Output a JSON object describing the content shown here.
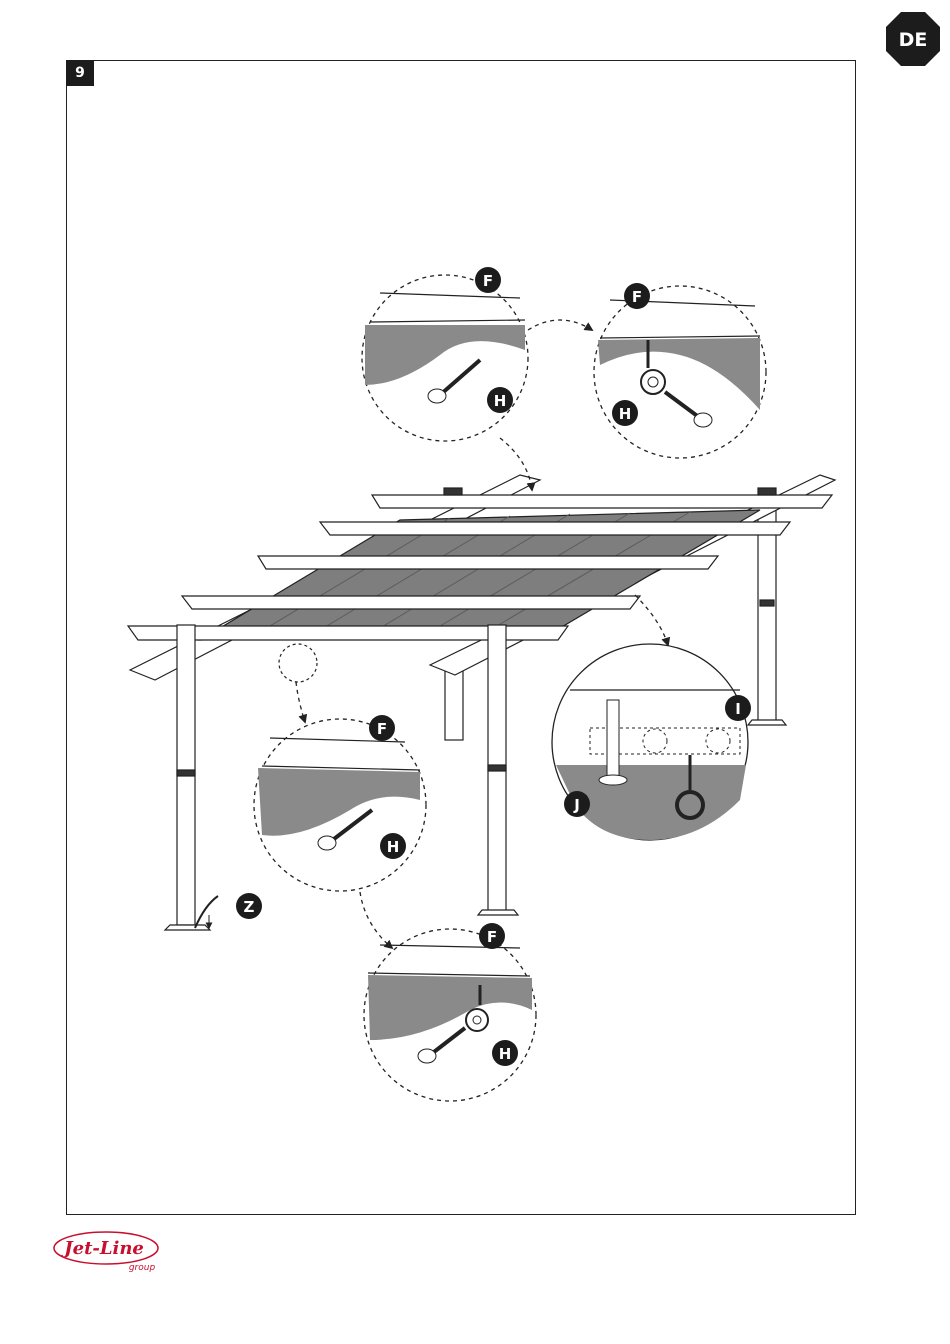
{
  "page": {
    "language_badge": "DE",
    "step_number": "9"
  },
  "callout_labels": {
    "top_left": {
      "f": "F",
      "h": "H"
    },
    "top_right": {
      "f": "F",
      "h": "H"
    },
    "middle_left": {
      "f": "F",
      "h": "H"
    },
    "bottom": {
      "f": "F",
      "h": "H"
    },
    "right": {
      "i": "I",
      "j": "J"
    },
    "floor": {
      "z": "Z"
    }
  },
  "brand": {
    "logo_text": "Jet-Line",
    "logo_subtext": "group",
    "color": "#c8102e"
  },
  "colors": {
    "canopy_fabric": "#7e7e7e",
    "badge_fill": "#1c1c1c",
    "line": "#222222"
  }
}
